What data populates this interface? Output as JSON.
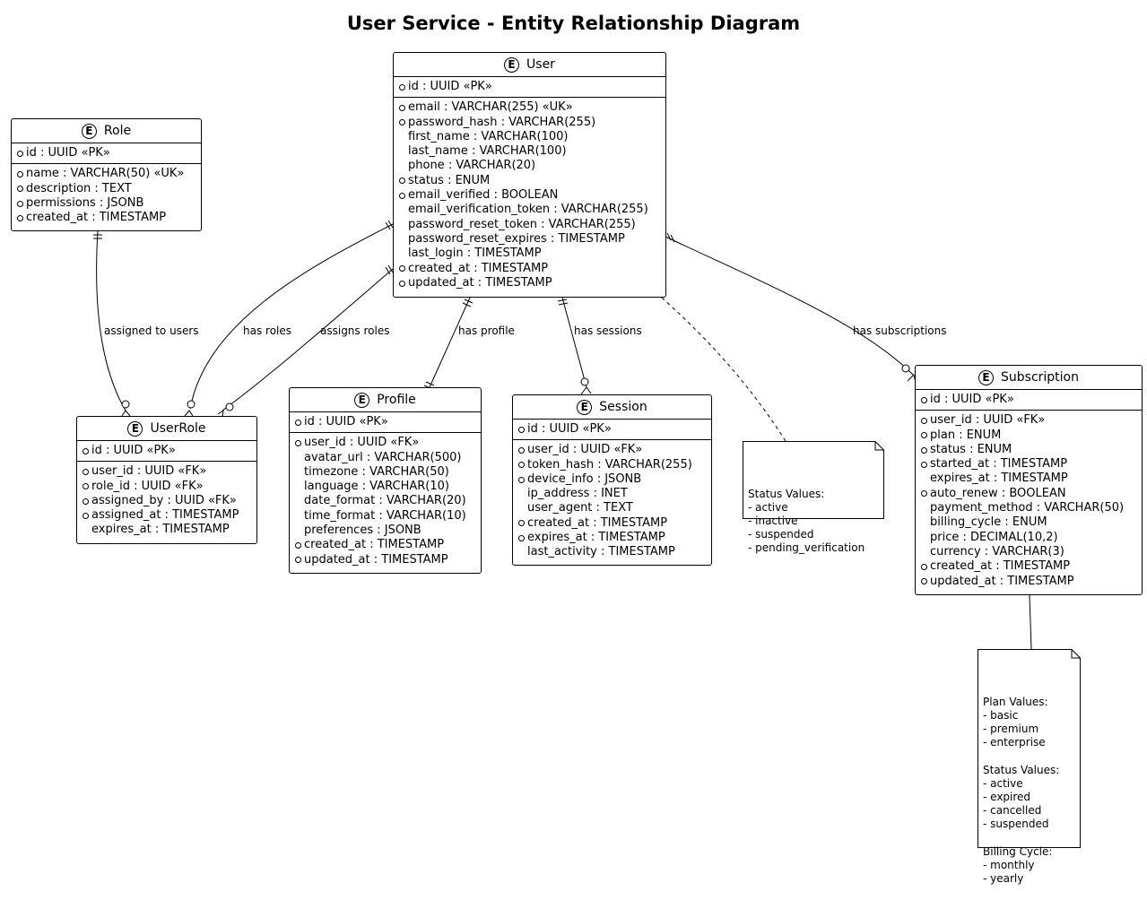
{
  "title": "User Service - Entity Relationship Diagram",
  "entity_badge": "E",
  "entities": {
    "user": {
      "name": "User",
      "pk": "id : UUID «PK»",
      "fields": [
        {
          "req": true,
          "text": "email : VARCHAR(255) «UK»"
        },
        {
          "req": true,
          "text": "password_hash : VARCHAR(255)"
        },
        {
          "req": false,
          "text": "first_name : VARCHAR(100)"
        },
        {
          "req": false,
          "text": "last_name : VARCHAR(100)"
        },
        {
          "req": false,
          "text": "phone : VARCHAR(20)"
        },
        {
          "req": true,
          "text": "status : ENUM"
        },
        {
          "req": true,
          "text": "email_verified : BOOLEAN"
        },
        {
          "req": false,
          "text": "email_verification_token : VARCHAR(255)"
        },
        {
          "req": false,
          "text": "password_reset_token : VARCHAR(255)"
        },
        {
          "req": false,
          "text": "password_reset_expires : TIMESTAMP"
        },
        {
          "req": false,
          "text": "last_login : TIMESTAMP"
        },
        {
          "req": true,
          "text": "created_at : TIMESTAMP"
        },
        {
          "req": true,
          "text": "updated_at : TIMESTAMP"
        }
      ]
    },
    "role": {
      "name": "Role",
      "pk": "id : UUID «PK»",
      "fields": [
        {
          "req": true,
          "text": "name : VARCHAR(50) «UK»"
        },
        {
          "req": true,
          "text": "description : TEXT"
        },
        {
          "req": true,
          "text": "permissions : JSONB"
        },
        {
          "req": true,
          "text": "created_at : TIMESTAMP"
        }
      ]
    },
    "userrole": {
      "name": "UserRole",
      "pk": "id : UUID «PK»",
      "fields": [
        {
          "req": true,
          "text": "user_id : UUID «FK»"
        },
        {
          "req": true,
          "text": "role_id : UUID «FK»"
        },
        {
          "req": true,
          "text": "assigned_by : UUID «FK»"
        },
        {
          "req": true,
          "text": "assigned_at : TIMESTAMP"
        },
        {
          "req": false,
          "text": "expires_at : TIMESTAMP"
        }
      ]
    },
    "profile": {
      "name": "Profile",
      "pk": "id : UUID «PK»",
      "fields": [
        {
          "req": true,
          "text": "user_id : UUID «FK»"
        },
        {
          "req": false,
          "text": "avatar_url : VARCHAR(500)"
        },
        {
          "req": false,
          "text": "timezone : VARCHAR(50)"
        },
        {
          "req": false,
          "text": "language : VARCHAR(10)"
        },
        {
          "req": false,
          "text": "date_format : VARCHAR(20)"
        },
        {
          "req": false,
          "text": "time_format : VARCHAR(10)"
        },
        {
          "req": false,
          "text": "preferences : JSONB"
        },
        {
          "req": true,
          "text": "created_at : TIMESTAMP"
        },
        {
          "req": true,
          "text": "updated_at : TIMESTAMP"
        }
      ]
    },
    "session": {
      "name": "Session",
      "pk": "id : UUID «PK»",
      "fields": [
        {
          "req": true,
          "text": "user_id : UUID «FK»"
        },
        {
          "req": true,
          "text": "token_hash : VARCHAR(255)"
        },
        {
          "req": true,
          "text": "device_info : JSONB"
        },
        {
          "req": false,
          "text": "ip_address : INET"
        },
        {
          "req": false,
          "text": "user_agent : TEXT"
        },
        {
          "req": true,
          "text": "created_at : TIMESTAMP"
        },
        {
          "req": true,
          "text": "expires_at : TIMESTAMP"
        },
        {
          "req": false,
          "text": "last_activity : TIMESTAMP"
        }
      ]
    },
    "subscription": {
      "name": "Subscription",
      "pk": "id : UUID «PK»",
      "fields": [
        {
          "req": true,
          "text": "user_id : UUID «FK»"
        },
        {
          "req": true,
          "text": "plan : ENUM"
        },
        {
          "req": true,
          "text": "status : ENUM"
        },
        {
          "req": true,
          "text": "started_at : TIMESTAMP"
        },
        {
          "req": false,
          "text": "expires_at : TIMESTAMP"
        },
        {
          "req": true,
          "text": "auto_renew : BOOLEAN"
        },
        {
          "req": false,
          "text": "payment_method : VARCHAR(50)"
        },
        {
          "req": false,
          "text": "billing_cycle : ENUM"
        },
        {
          "req": false,
          "text": "price : DECIMAL(10,2)"
        },
        {
          "req": false,
          "text": "currency : VARCHAR(3)"
        },
        {
          "req": true,
          "text": "created_at : TIMESTAMP"
        },
        {
          "req": true,
          "text": "updated_at : TIMESTAMP"
        }
      ]
    }
  },
  "relationships": {
    "role_userrole": "assigned to users",
    "user_userrole_roles": "has roles",
    "user_userrole_assigns": "assigns roles",
    "user_profile": "has profile",
    "user_session": "has sessions",
    "user_subscription": "has subscriptions"
  },
  "notes": {
    "user_status": "Status Values:\n- active\n- inactive\n- suspended\n- pending_verification",
    "subscription_values": "Plan Values:\n- basic\n- premium\n- enterprise\n\nStatus Values:\n- active\n- expired\n- cancelled\n- suspended\n\nBilling Cycle:\n- monthly\n- yearly"
  }
}
